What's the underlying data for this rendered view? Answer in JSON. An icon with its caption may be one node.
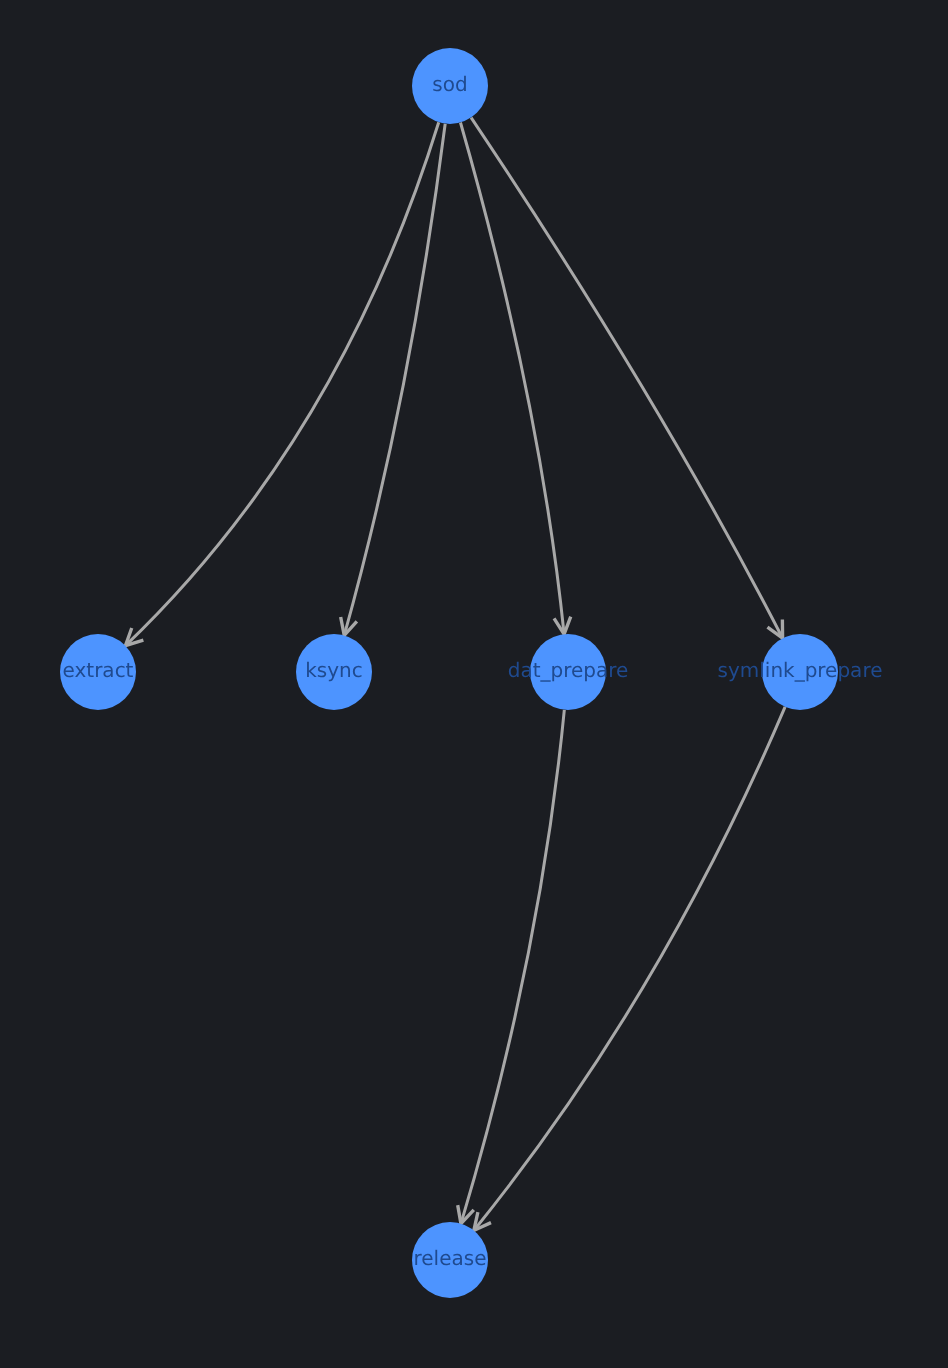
{
  "diagram": {
    "nodes": [
      {
        "text": [
          "sod"
        ]
      },
      {
        "text": [
          "extract"
        ]
      },
      {
        "text": [
          "ksync"
        ]
      },
      {
        "text": [
          "dat_prepare"
        ]
      },
      {
        "text": [
          "symlink_prepare"
        ]
      },
      {
        "text": [
          "release"
        ]
      }
    ],
    "edges": [
      {
        "from": 0,
        "to": 1,
        "arrow": "to"
      },
      {
        "from": 0,
        "to": 2,
        "arrow": "to"
      },
      {
        "from": 0,
        "to": 3,
        "arrow": "to"
      },
      {
        "from": 0,
        "to": 4,
        "arrow": "to"
      },
      {
        "from": 3,
        "to": 5,
        "arrow": "to"
      },
      {
        "from": 4,
        "to": 5,
        "arrow": "to"
      }
    ]
  }
}
